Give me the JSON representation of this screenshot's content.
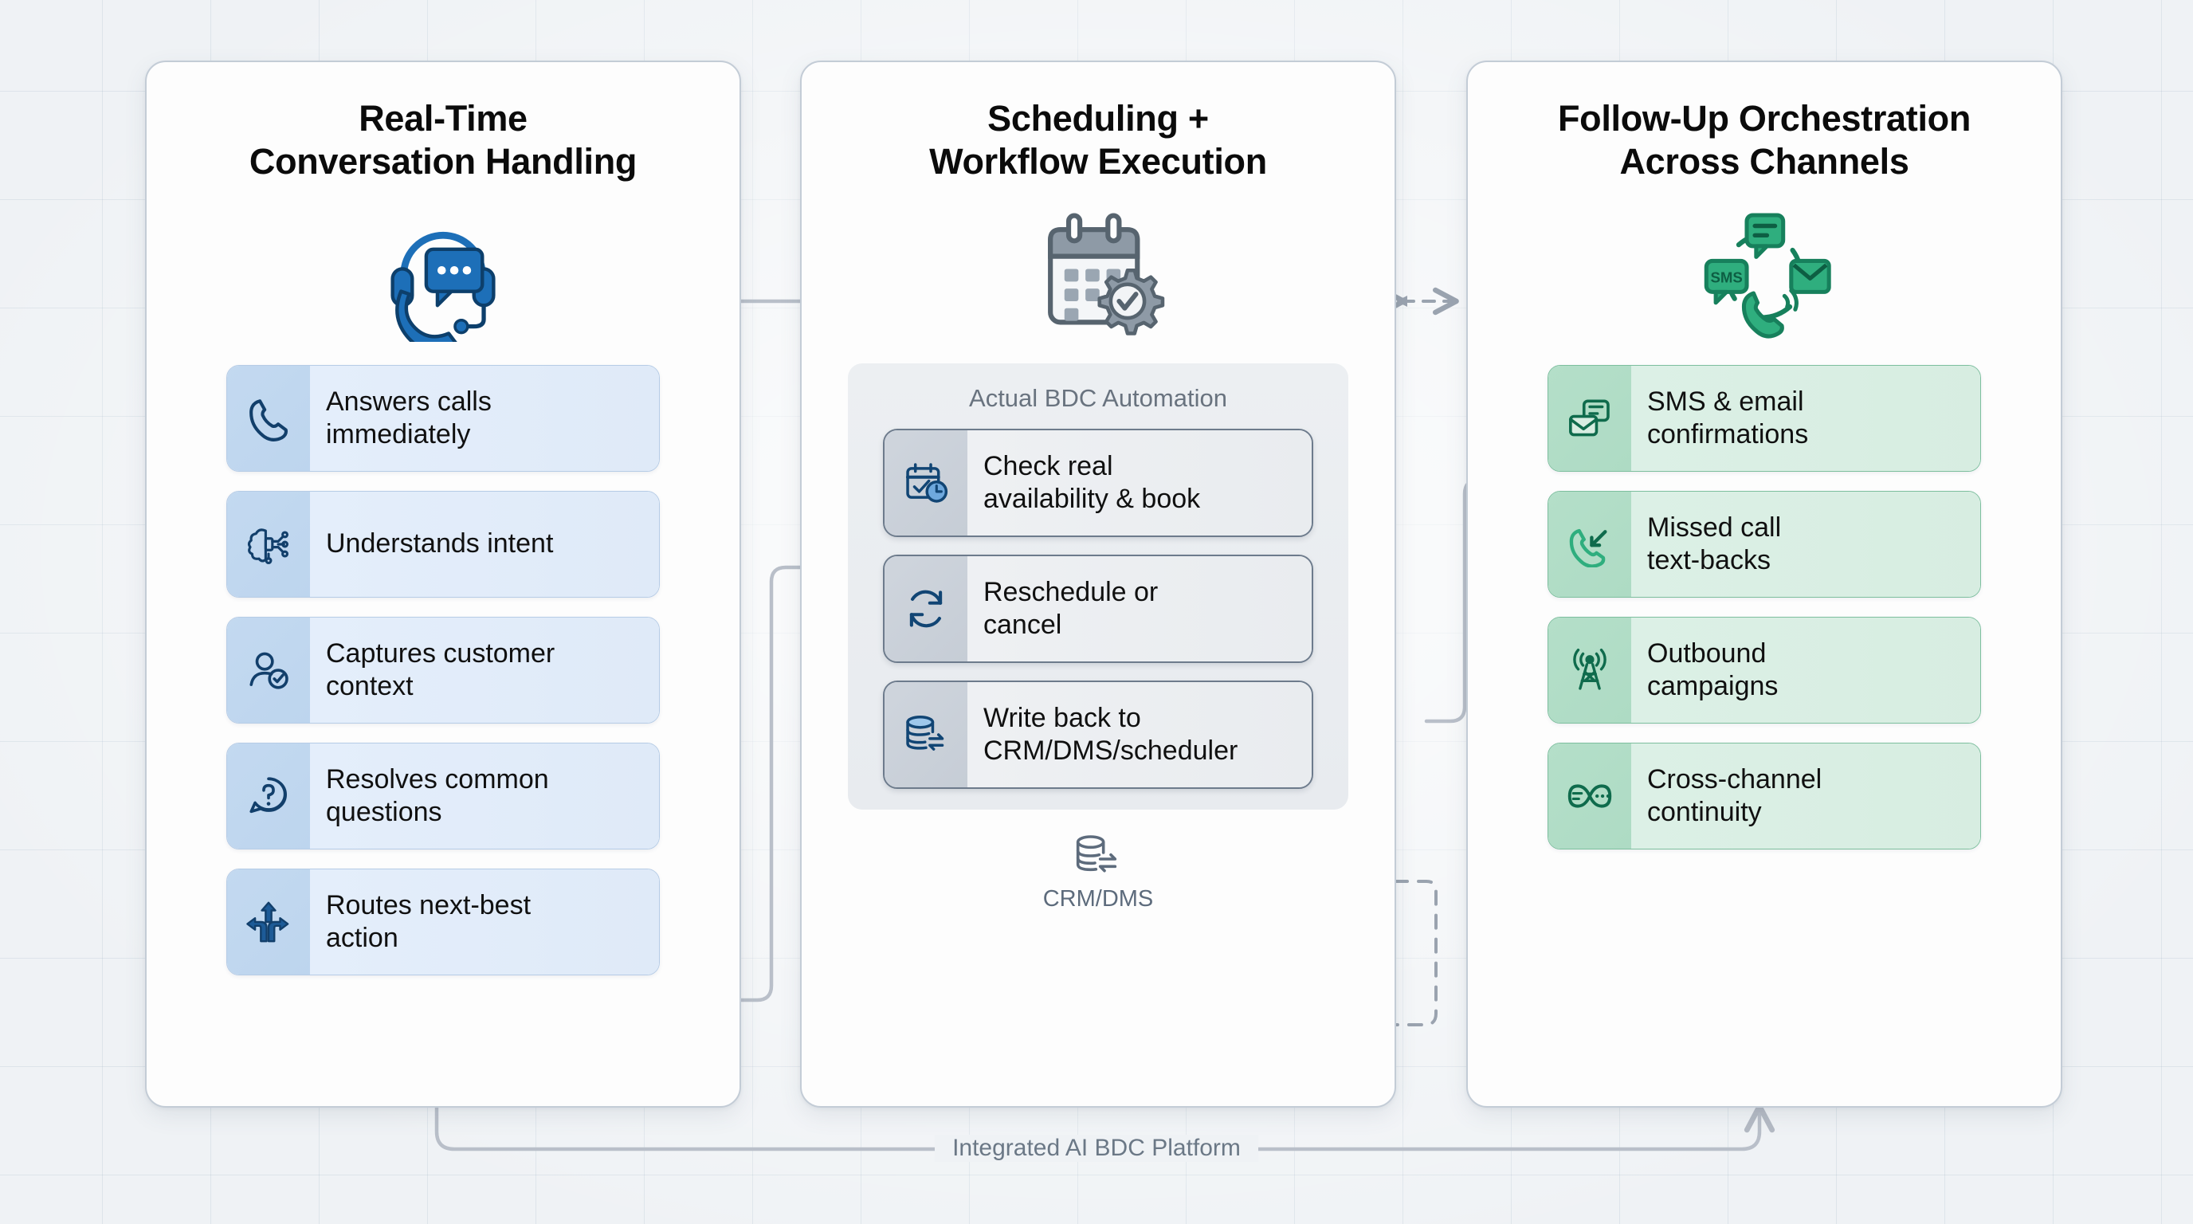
{
  "diagram": {
    "caption": "Integrated AI BDC Platform",
    "colors": {
      "background": "#eff2f5",
      "panel": "#fdfdfd",
      "panel_border": "#c3ccd6",
      "blue_accent": "#1f5c99",
      "blue_card_icon_bg": "#c3d9f0",
      "blue_card_text_bg": "#e4eefb",
      "gray_accent": "#5b6777",
      "gray_card_border": "#6d7b8c",
      "green_accent": "#16805c",
      "green_card_icon_bg": "#b4dfc9",
      "green_card_text_bg": "#dcf0e6",
      "connector": "#b9bfc9",
      "connector_dark": "#6b7887"
    }
  },
  "panels": [
    {
      "id": "real-time-conversation-handling",
      "title": "Real-Time\nConversation Handling",
      "hero_icon": "headset-chat-support-icon",
      "items": [
        {
          "icon": "phone-handset-icon",
          "label": "Answers calls\nimmediately"
        },
        {
          "icon": "ai-brain-circuit-icon",
          "label": "Understands intent"
        },
        {
          "icon": "user-check-icon",
          "label": "Captures customer\ncontext"
        },
        {
          "icon": "question-chat-bubble-icon",
          "label": "Resolves common\nquestions"
        },
        {
          "icon": "routing-arrows-icon",
          "label": "Routes next-best\naction"
        }
      ]
    },
    {
      "id": "scheduling-workflow-execution",
      "title": "Scheduling +\nWorkflow Execution",
      "hero_icon": "calendar-gear-icon",
      "inner_box_label": "Actual BDC Automation",
      "items": [
        {
          "icon": "calendar-check-clock-icon",
          "label": "Check real\navailability & book"
        },
        {
          "icon": "refresh-cycle-icon",
          "label": "Reschedule or\ncancel"
        },
        {
          "icon": "database-sync-icon",
          "label": "Write back to\nCRM/DMS/scheduler"
        }
      ],
      "footer": {
        "icon": "database-sync-icon",
        "label": "CRM/DMS"
      }
    },
    {
      "id": "follow-up-orchestration-across-channels",
      "title": "Follow-Up Orchestration\nAcross Channels",
      "hero_icon": "multichannel-sms-email-chat-phone-icon",
      "items": [
        {
          "icon": "email-chat-icon",
          "label": "SMS & email\nconfirmations"
        },
        {
          "icon": "missed-call-icon",
          "label": "Missed call\ntext-backs"
        },
        {
          "icon": "broadcast-tower-icon",
          "label": "Outbound\ncampaigns"
        },
        {
          "icon": "infinity-continuity-icon",
          "label": "Cross-channel\ncontinuity"
        }
      ]
    }
  ]
}
